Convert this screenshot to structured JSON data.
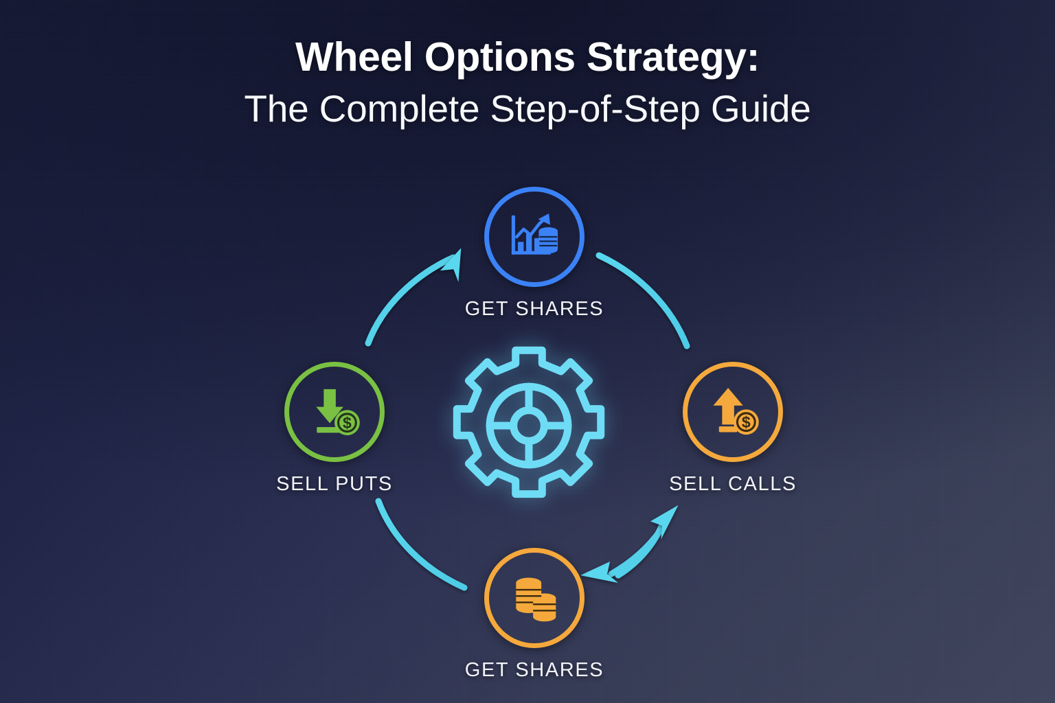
{
  "title": {
    "line1": "Wheel Options Strategy:",
    "line2": "The Complete Step-of-Step Guide"
  },
  "colors": {
    "background_top_left": "#151935",
    "background_bottom_right": "#3f445c",
    "accent_blue": "#3b82f6",
    "accent_green": "#7ac143",
    "accent_orange": "#f5a93c",
    "accent_cyan": "#5ad7ee",
    "label_text": "#f2f4fa"
  },
  "diagram": {
    "type": "cycle",
    "center": {
      "icon": "gear-wheel-icon",
      "color": "#5ad7ee"
    },
    "nodes": [
      {
        "id": "top",
        "label": "GET SHARES",
        "color": "#3b82f6",
        "icon": "bar-chart-growth-coins-icon",
        "position": "top"
      },
      {
        "id": "left",
        "label": "SELL PUTS",
        "color": "#7ac143",
        "icon": "down-arrow-dollar-coin-icon",
        "position": "left"
      },
      {
        "id": "right",
        "label": "SELL CALLS",
        "color": "#f5a93c",
        "icon": "up-arrow-dollar-coin-icon",
        "position": "right"
      },
      {
        "id": "bottom",
        "label": "GET SHARES",
        "color": "#f5a93c",
        "icon": "coin-stacks-icon",
        "position": "bottom"
      }
    ],
    "connectors": [
      {
        "id": "left-to-top",
        "from": "left",
        "to": "top",
        "arrowhead": true,
        "color": "#5ad7ee"
      },
      {
        "id": "top-to-right",
        "from": "top",
        "to": "right",
        "arrowhead": false,
        "color": "#5ad7ee"
      },
      {
        "id": "right-to-bottom",
        "from": "right",
        "to": "bottom",
        "arrowhead": true,
        "color": "#5ad7ee"
      },
      {
        "id": "bottom-to-right",
        "from": "bottom",
        "to": "right",
        "arrowhead": true,
        "color": "#5ad7ee"
      },
      {
        "id": "left-to-bottom",
        "from": "left",
        "to": "bottom",
        "arrowhead": false,
        "color": "#5ad7ee"
      }
    ]
  }
}
